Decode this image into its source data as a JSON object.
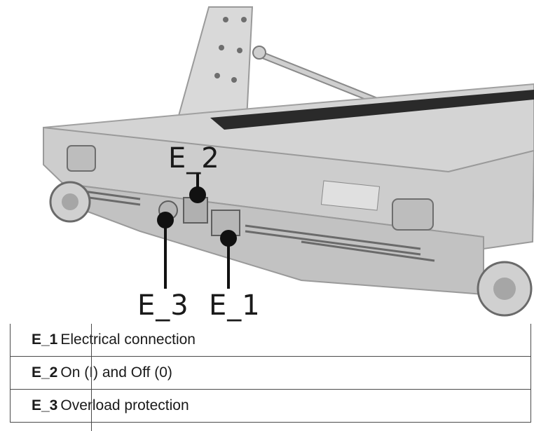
{
  "figure": {
    "callouts": {
      "e1": "E_1",
      "e2": "E_2",
      "e3": "E_3"
    }
  },
  "legend": {
    "rows": [
      {
        "code": "E_1",
        "description": "Electrical connection"
      },
      {
        "code": "E_2",
        "description": "On (I) and Off (0)"
      },
      {
        "code": "E_3",
        "description": "Overload protection"
      }
    ]
  }
}
